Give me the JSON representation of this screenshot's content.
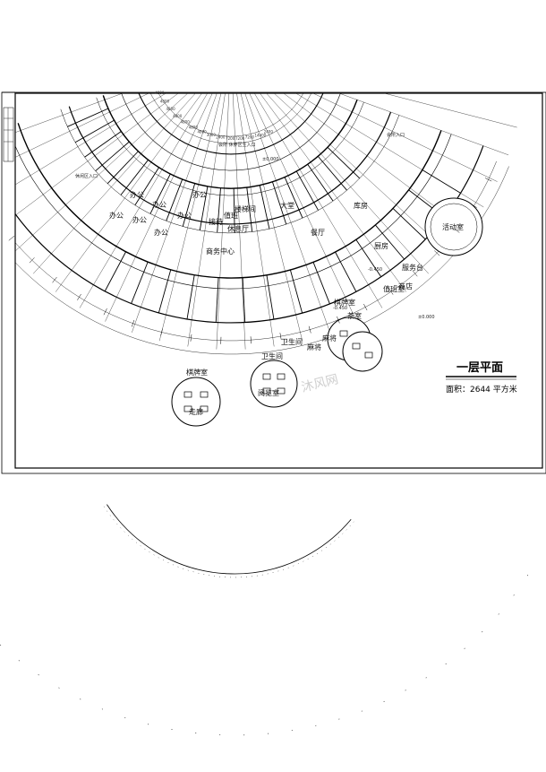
{
  "drawing": {
    "title": "一层平面",
    "area_label": "面积：2644 平方米",
    "watermark": "沐风网"
  },
  "entrances": {
    "top_center": "会所  休养区主入口",
    "left": "休闲区入口",
    "right": "会所入口"
  },
  "rooms": {
    "office_1": "办公",
    "office_2": "办公",
    "office_3": "办公",
    "office_4": "办公",
    "office_5": "办公",
    "office_6": "办公",
    "office_7": "办公",
    "reception": "接待",
    "duty": "值班",
    "lobby": "大堂",
    "stair_hall": "楼梯间",
    "business_center": "商务中心",
    "lounge": "休息厅",
    "dining": "餐厅",
    "kitchen": "厨房",
    "storage": "库房",
    "service": "服务台",
    "store": "商店",
    "chess_1": "棋牌室",
    "chess_2": "棋牌室",
    "toilet_1": "卫生间",
    "toilet_2": "卫生间",
    "mahjong_1": "麻将",
    "mahjong_2": "麻将",
    "tea": "茶室",
    "reading": "阅览室",
    "duty_room": "值班室",
    "round_room": "活动室",
    "corridor": "走廊"
  },
  "levels": {
    "lv1": "±0.000",
    "lv2": "-0.450",
    "lv3": "±0.000",
    "lv4": "-0.450"
  },
  "dimensions": [
    "4800",
    "4800",
    "4800",
    "4800",
    "4800",
    "4800",
    "4800",
    "3000",
    "2400",
    "7200",
    "7200",
    "7200",
    "14400",
    "2400"
  ]
}
